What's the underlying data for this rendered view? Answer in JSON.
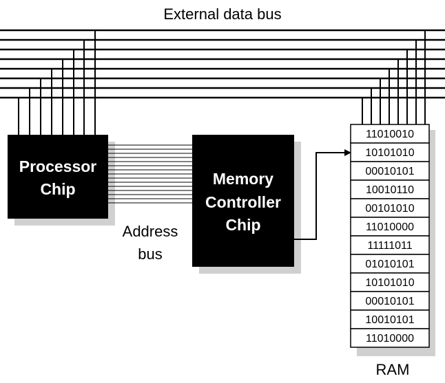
{
  "labels": {
    "external_bus": "External data bus",
    "address_bus_line1": "Address",
    "address_bus_line2": "bus",
    "ram": "RAM"
  },
  "processor": {
    "line1": "Processor",
    "line2": "Chip"
  },
  "memory_controller": {
    "line1": "Memory",
    "line2": "Controller",
    "line3": "Chip"
  },
  "ram_cells": [
    "11010010",
    "10101010",
    "00010101",
    "10010110",
    "00101010",
    "11010000",
    "11111011",
    "01010101",
    "10101010",
    "00010101",
    "10010101",
    "11010000"
  ],
  "colors": {
    "chip_fill": "#000000",
    "chip_text": "#ffffff",
    "shadow": "#d0d0d0",
    "line": "#000000"
  }
}
